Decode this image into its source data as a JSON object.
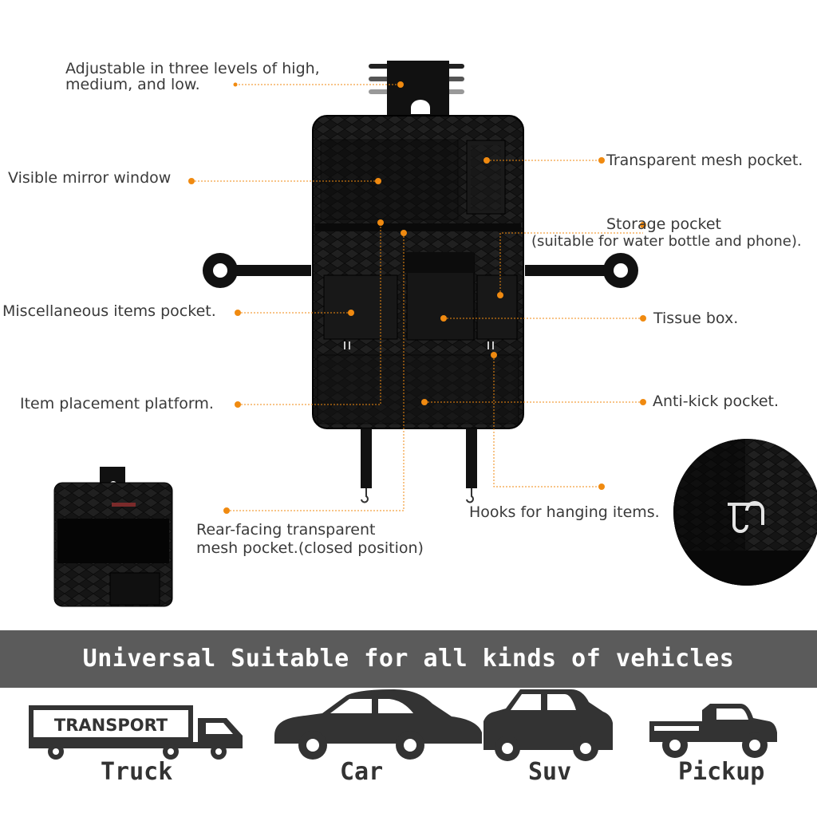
{
  "labels": {
    "adjustable_line1": "Adjustable in three levels of high,",
    "adjustable_line2": "medium, and low.",
    "mirror": "Visible mirror window",
    "mesh": "Transparent mesh pocket.",
    "storage_line1": "Storage pocket",
    "storage_line2": "(suitable for water bottle and phone).",
    "misc": "Miscellaneous items pocket.",
    "tissue": "Tissue box.",
    "platform": "Item placement platform.",
    "antikick": "Anti-kick pocket.",
    "rear_line1": "Rear-facing transparent",
    "rear_line2": "mesh pocket.(closed position)",
    "hooks": "Hooks for hanging items."
  },
  "banner": {
    "text": "Universal Suitable for all kinds of vehicles"
  },
  "vehicles": [
    {
      "name": "Truck",
      "icon": "truck-icon",
      "badge": "TRANSPORT"
    },
    {
      "name": "Car",
      "icon": "car-icon"
    },
    {
      "name": "Suv",
      "icon": "suv-icon"
    },
    {
      "name": "Pickup",
      "icon": "pickup-icon"
    }
  ],
  "colors": {
    "accent": "#f08a10",
    "banner": "#5b5b5b",
    "product": "#111111"
  }
}
